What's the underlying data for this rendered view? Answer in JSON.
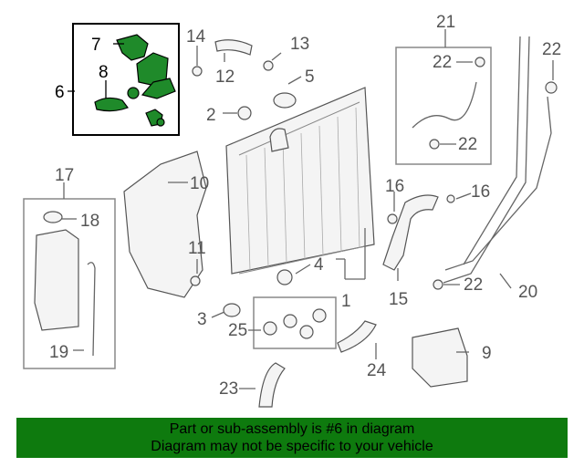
{
  "callouts": {
    "n1": "1",
    "n2": "2",
    "n3": "3",
    "n4": "4",
    "n5": "5",
    "n6": "6",
    "n7": "7",
    "n8": "8",
    "n9": "9",
    "n10": "10",
    "n11": "11",
    "n12": "12",
    "n13": "13",
    "n14": "14",
    "n15": "15",
    "n16a": "16",
    "n16b": "16",
    "n17": "17",
    "n18": "18",
    "n19": "19",
    "n20": "20",
    "n21": "21",
    "n22a": "22",
    "n22b": "22",
    "n22c": "22",
    "n22d": "22",
    "n23": "23",
    "n24": "24",
    "n25": "25"
  },
  "footer": {
    "line1": "Part or sub-assembly is #6 in diagram",
    "line2": "Diagram may not be specific to your vehicle"
  },
  "colors": {
    "highlight": "#1f8a2a",
    "footer_bg": "#0e7a0e"
  }
}
